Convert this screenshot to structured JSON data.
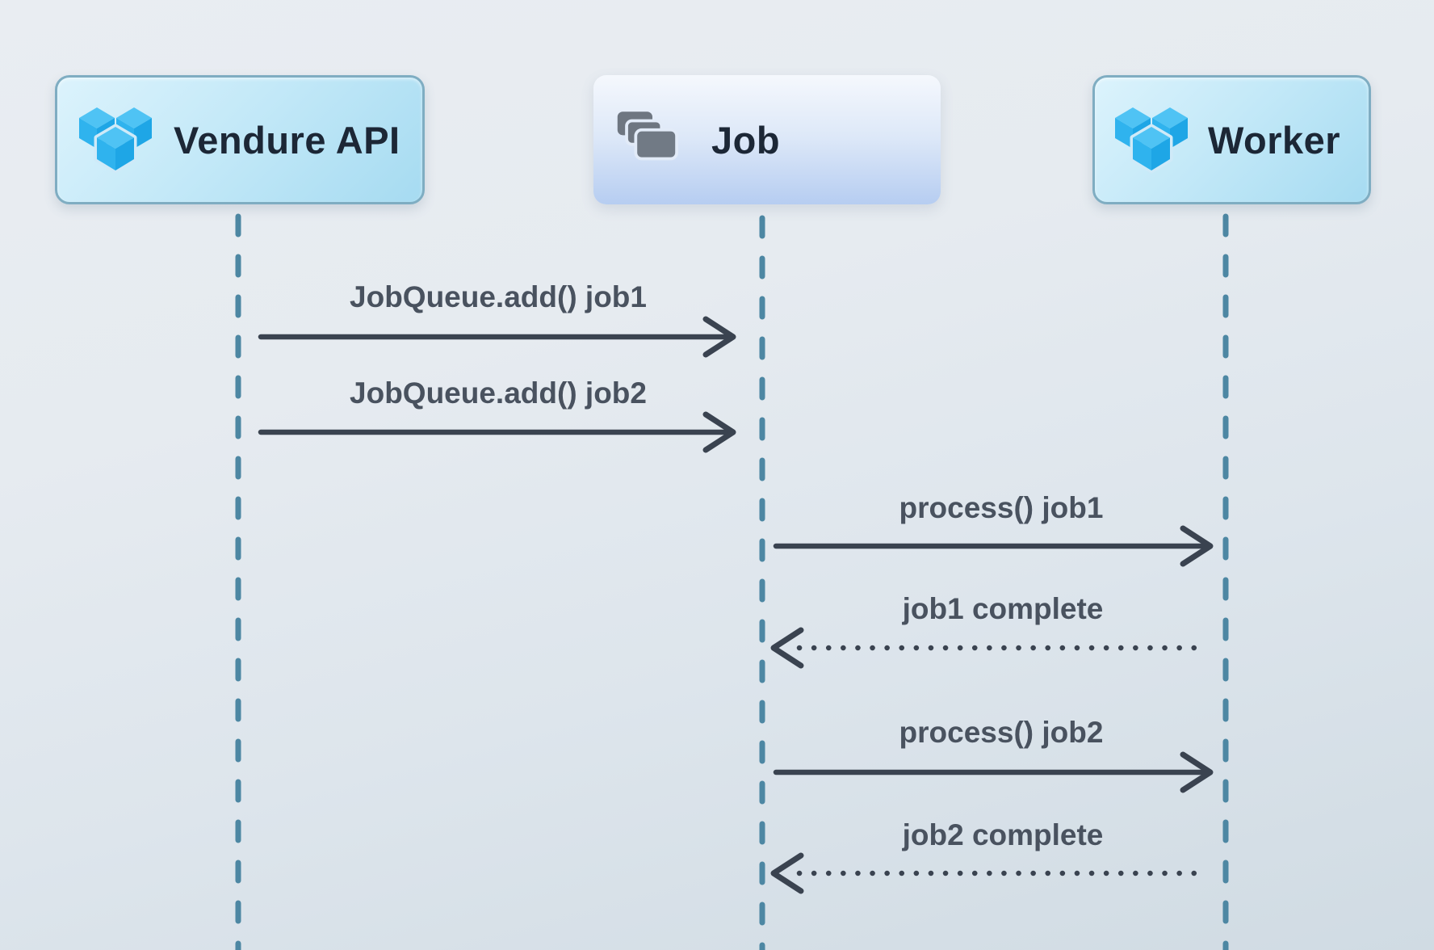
{
  "diagram": {
    "actors": [
      {
        "id": "vendure-api",
        "label": "Vendure API",
        "icon": "vendure-logo-icon"
      },
      {
        "id": "job",
        "label": "Job",
        "icon": "job-stack-icon"
      },
      {
        "id": "worker",
        "label": "Worker",
        "icon": "vendure-logo-icon"
      }
    ],
    "messages": [
      {
        "from": "Vendure API",
        "to": "Job",
        "label": "JobQueue.add() job1",
        "line": "solid-arrow"
      },
      {
        "from": "Vendure API",
        "to": "Job",
        "label": "JobQueue.add() job2",
        "line": "solid-arrow"
      },
      {
        "from": "Job",
        "to": "Worker",
        "label": "process() job1",
        "line": "solid-arrow"
      },
      {
        "from": "Worker",
        "to": "Job",
        "label": "job1 complete",
        "line": "dotted-arrow"
      },
      {
        "from": "Job",
        "to": "Worker",
        "label": "process() job2",
        "line": "solid-arrow"
      },
      {
        "from": "Worker",
        "to": "Job",
        "label": "job2 complete",
        "line": "dotted-arrow"
      }
    ],
    "colors": {
      "actor_box_cyan_border": "#7fadc2",
      "actor_box_cyan_fill_top": "#dcf3fc",
      "actor_box_cyan_fill_bottom": "#a6dbf1",
      "actor_box_blue_fill_top": "#f5f8fd",
      "actor_box_blue_fill_bottom": "#b6cdf1",
      "lifeline": "#4d87a3",
      "arrow": "#3a4350",
      "message_text": "#49525f",
      "actor_text": "#1c2736",
      "vendure_logo_blue": "#2fb3ee",
      "job_icon_gray": "#6e7681"
    }
  }
}
